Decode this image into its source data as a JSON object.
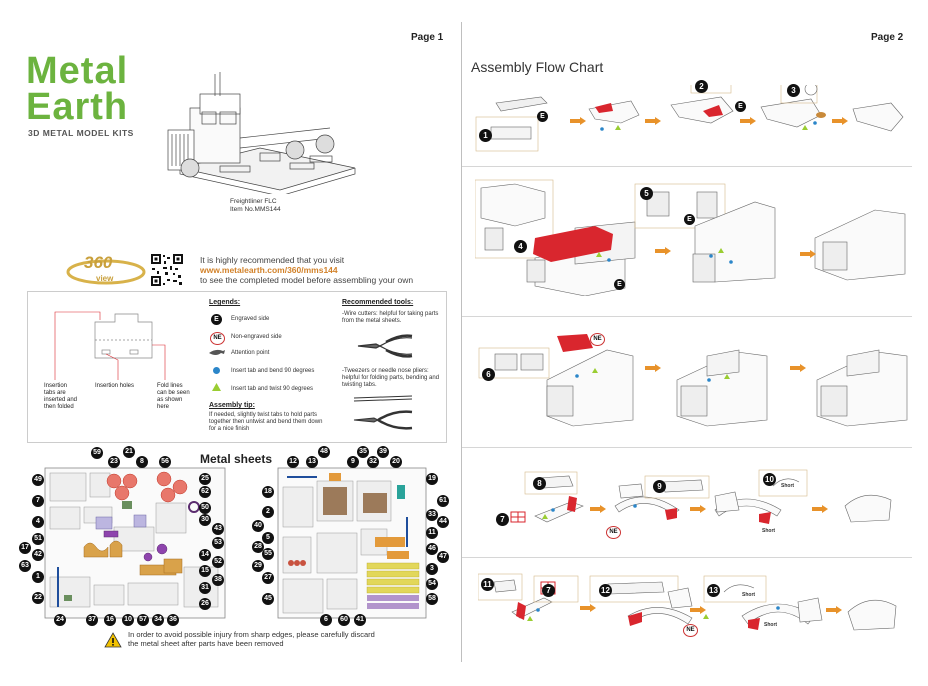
{
  "page_left": "Page 1",
  "page_right": "Page 2",
  "brand": {
    "line1": "Metal",
    "line2": "Earth",
    "subtitle": "3D METAL MODEL KITS",
    "color": "#6cb33f"
  },
  "product": {
    "name": "Freightliner FLC",
    "item": "Item No.MMS144"
  },
  "view360": {
    "label": "360",
    "sub": "view"
  },
  "visit": {
    "line1": "It is highly recommended that you visit",
    "url": "www.metalearth.com/360/mms144",
    "line3": "to see the completed model before assembling your own"
  },
  "instructions": {
    "labels": {
      "insertion_tabs": "Insertion tabs are inserted and then folded",
      "insertion_holes": "Insertion holes",
      "fold_lines": "Fold lines can be seen as shown here"
    },
    "legends_title": "Legends:",
    "legends": [
      {
        "badge": "E",
        "text": "Engraved side"
      },
      {
        "badge": "NE",
        "text": "Non-engraved side"
      },
      {
        "badge": "",
        "text": "Attention point"
      },
      {
        "badge": "",
        "text": "Insert tab and bend 90 degrees"
      },
      {
        "badge": "",
        "text": "Insert tab and twist 90 degrees"
      }
    ],
    "tip_title": "Assembly tip:",
    "tip_text": "If needed, slightly twist tabs to hold parts together then untwist and bend them down for a nice finish",
    "tools_title": "Recommended tools:",
    "tool1": "-Wire cutters: helpful for taking parts from the metal sheets.",
    "tool2": "-Tweezers or needle nose pliers: helpful for folding parts, bending and twisting tabs."
  },
  "metal_sheets": {
    "title": "Metal sheets",
    "sheet1_numbers": [
      "59",
      "23",
      "21",
      "8",
      "56",
      "49",
      "25",
      "62",
      "7",
      "50",
      "30",
      "4",
      "53",
      "43",
      "51",
      "17",
      "14",
      "42",
      "52",
      "63",
      "15",
      "1",
      "31",
      "38",
      "22",
      "26",
      "24",
      "37",
      "16",
      "10",
      "57",
      "34",
      "36"
    ],
    "sheet2_numbers": [
      "12",
      "13",
      "48",
      "9",
      "35",
      "32",
      "39",
      "20",
      "19",
      "18",
      "61",
      "2",
      "33",
      "40",
      "11",
      "5",
      "28",
      "44",
      "55",
      "46",
      "29",
      "3",
      "47",
      "27",
      "54",
      "45",
      "6",
      "60",
      "41",
      "58"
    ]
  },
  "warning": "In order to avoid possible injury from sharp edges, please carefully discard the metal sheet after parts have been removed",
  "flow": {
    "title": "Assembly Flow Chart",
    "steps": [
      "1",
      "2",
      "3",
      "4",
      "5",
      "6",
      "7",
      "8",
      "9",
      "10",
      "11",
      "7",
      "12",
      "13"
    ],
    "short": "Short"
  },
  "colors": {
    "accent_red": "#d9262e",
    "arrow": "#e8922a",
    "blue_dot": "#2b86c9",
    "green_tri": "#9acd32"
  }
}
